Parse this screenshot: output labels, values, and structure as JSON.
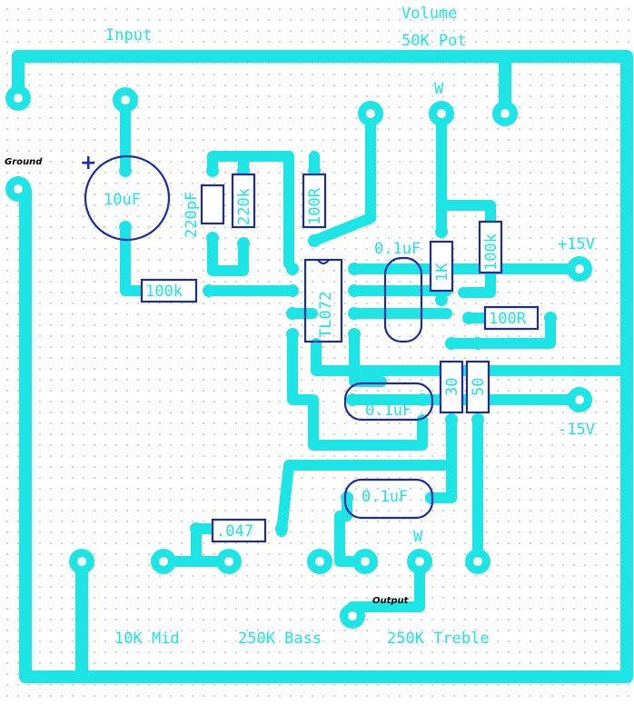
{
  "labels": {
    "input": "Input",
    "volume": "Volume",
    "volume_pot": "50K Pot",
    "ground": "Ground",
    "output": "Output",
    "plus": "+",
    "plus15": "+15V",
    "minus15": "-15V",
    "wiper_top": "W",
    "wiper_bottom": "W",
    "mid": "10K Mid",
    "bass": "250K Bass",
    "treble": "250K Treble"
  },
  "components": {
    "cap_10uf": "10uF",
    "cap_220pf": "220pF",
    "res_220k": "220k",
    "res_100r_top": "100R",
    "res_100k_input": "100k",
    "ic": "TL072",
    "cap_0uf_partial": "0.1uF",
    "res_2k_partial": "1K",
    "res_100k_right": "100k",
    "res_100r_right": "100R",
    "res_30": "30",
    "res_50": "50",
    "cap_01uf_mid": "0.1uF",
    "cap_01uf_low": "0.1uF",
    "res_047": ".047"
  },
  "colors": {
    "trace": "#1ee5e5",
    "component_outline": "#1a2aa8",
    "background": "#ffffff"
  }
}
